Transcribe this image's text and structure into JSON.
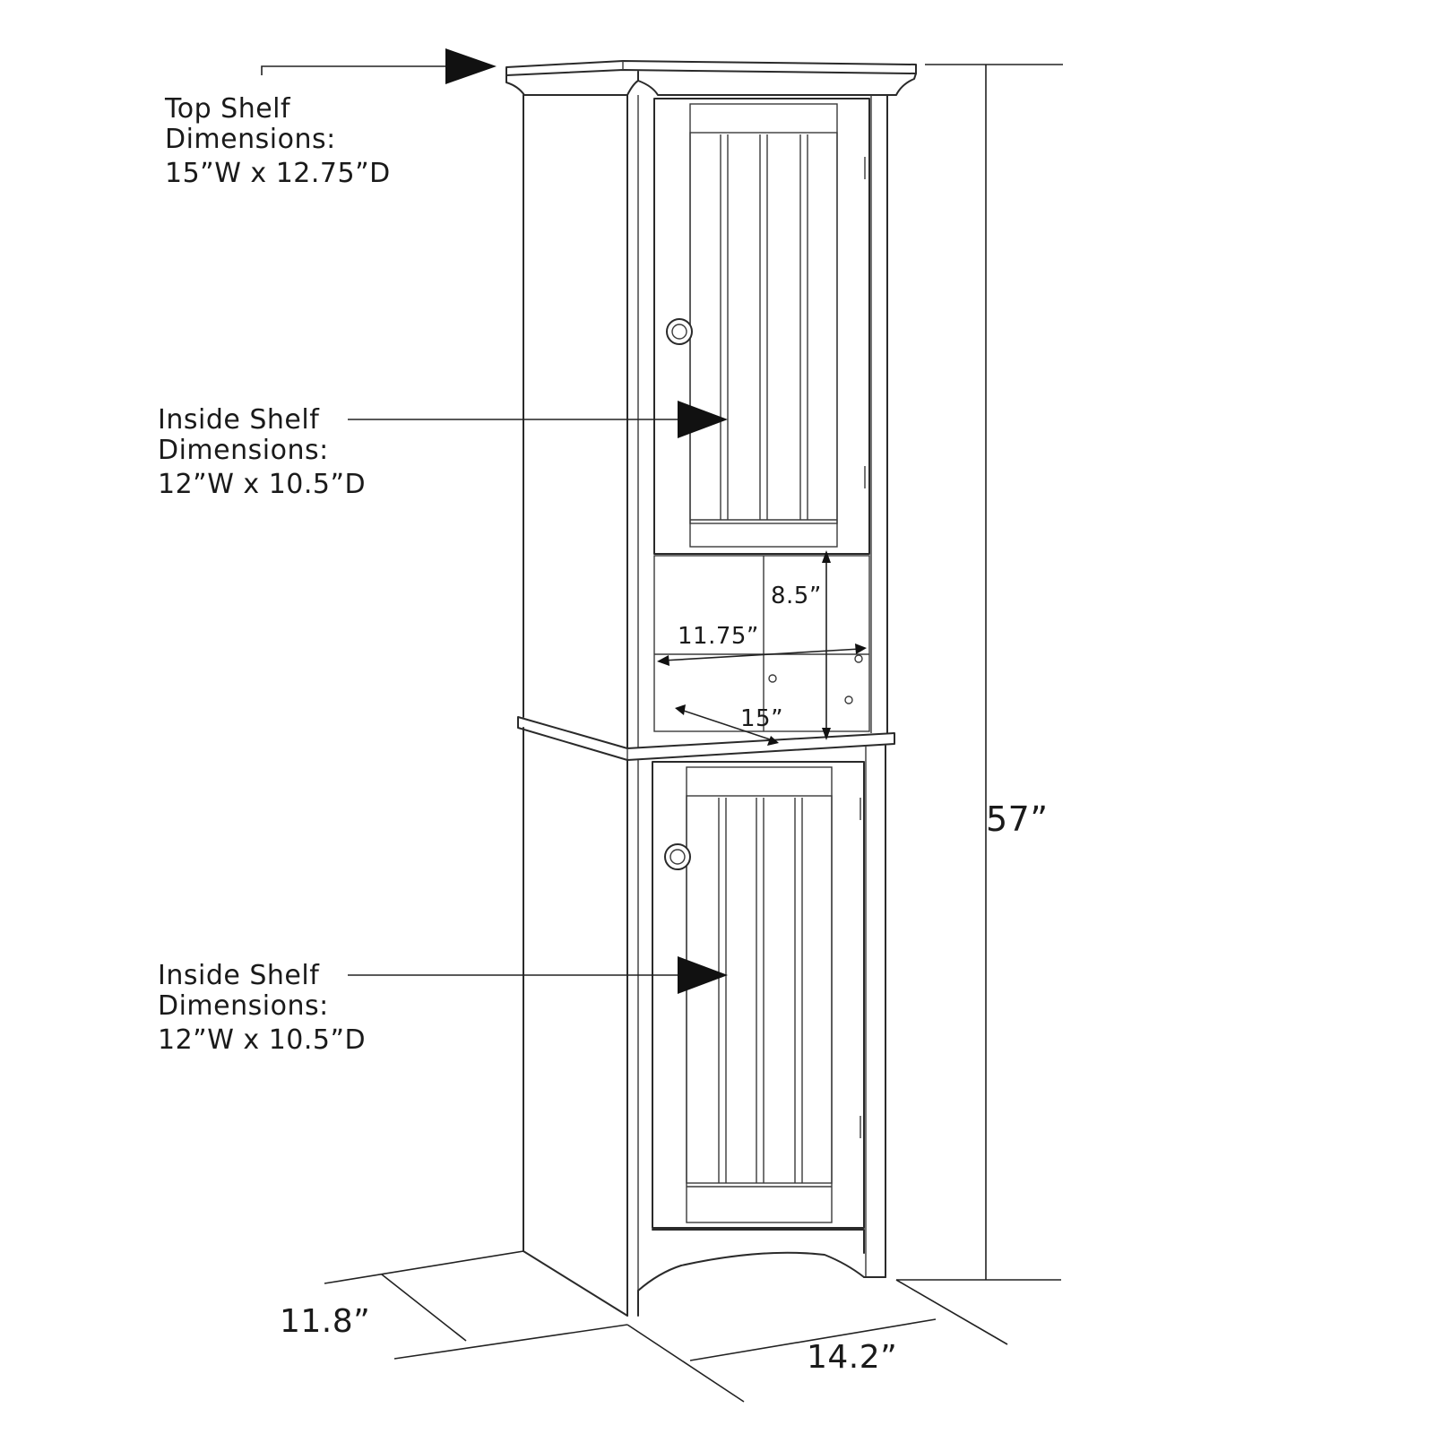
{
  "callouts": [
    {
      "title_line1": "Top Shelf",
      "title_line2": "Dimensions:",
      "value": "15”W x 12.75”D"
    },
    {
      "title_line1": "Inside Shelf",
      "title_line2": "Dimensions:",
      "value": "12”W x 10.5”D"
    },
    {
      "title_line1": "Inside Shelf",
      "title_line2": "Dimensions:",
      "value": "12”W x 10.5”D"
    }
  ],
  "dimensions": {
    "height_total": "57”",
    "open_shelf_height": "8.5”",
    "open_shelf_width": "11.75”",
    "open_shelf_depth": "15”",
    "base_depth": "11.8”",
    "base_width": "14.2”"
  }
}
